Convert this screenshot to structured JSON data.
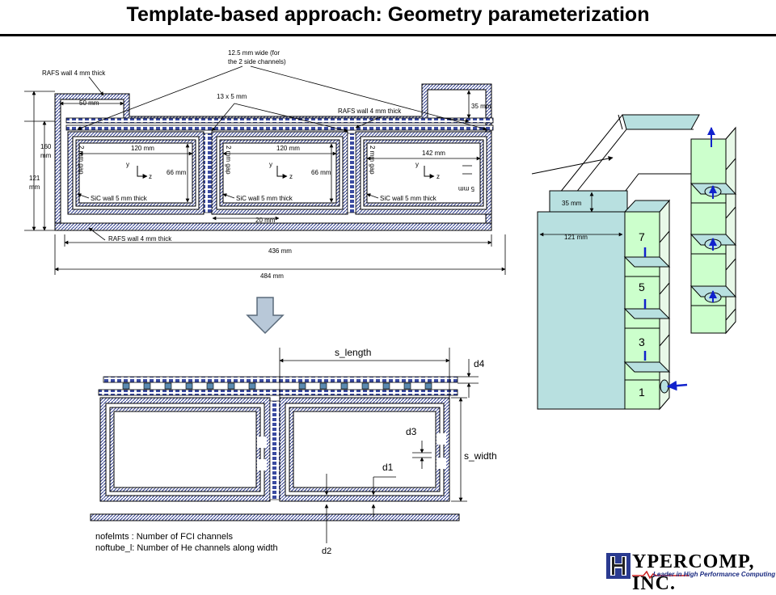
{
  "title": "Template-based approach: Geometry parameterization",
  "colors": {
    "accent_blue": "#3344aa",
    "fill_light_green": "#ccffcc",
    "fill_light_blue": "#b8e0e0",
    "arrow_gray": "#b8c8d8"
  },
  "top_drawing": {
    "callout_side_channels_line1": "12.5 mm wide (for",
    "callout_side_channels_line2": "the 2 side channels)",
    "rafs_wall_top": "RAFS wall 4 mm thick",
    "dim_50": "50 mm",
    "dim_13x5": "13 x 5 mm",
    "rafs_wall_right": "RAFS wall 4 mm thick",
    "dim_35": "35 mm",
    "dim_160_a": "160",
    "dim_160_b": "mm",
    "dim_121_a": "121",
    "dim_121_b": "mm",
    "dim_120_a": "120 mm",
    "dim_120_b": "120 mm",
    "dim_142": "142 mm",
    "dim_66_a": "66 mm",
    "dim_66_b": "66 mm",
    "dim_5": "5 mm",
    "gap_label": "2 mm gap",
    "axis_y": "y",
    "axis_z": "z",
    "sic_wall": "SiC wall 5 mm thick",
    "dim_20": "20 mm",
    "rafs_wall_bottom": "RAFS wall 4 mm thick",
    "dim_436": "436 mm",
    "dim_484": "484 mm"
  },
  "bottom_drawing": {
    "s_length": "s_length",
    "d4": "d4",
    "d3": "d3",
    "d1": "d1",
    "s_width": "s_width",
    "d2": "d2"
  },
  "notes": {
    "line1": "nofelmts : Number of FCI channels",
    "line2": "noftube_l: Number of He channels along width"
  },
  "iso_drawing": {
    "dim_35": "35 mm",
    "dim_121": "121 mm",
    "numbers": [
      "7",
      "5",
      "3",
      "1"
    ]
  },
  "logo": {
    "text": "YPERCOMP, INC.",
    "tagline": "Leader in High Performance Computing"
  }
}
